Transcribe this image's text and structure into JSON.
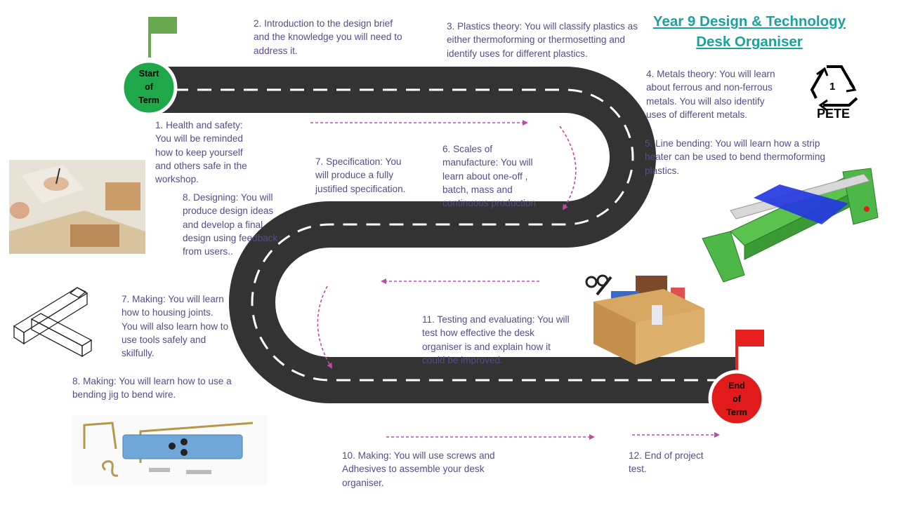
{
  "title": {
    "line1": "Year 9 Design & Technology",
    "line2": "Desk Organiser"
  },
  "markers": {
    "start": "Start\nof\nTerm",
    "end": "End\nof\nTerm"
  },
  "recycle_symbol": {
    "number": "1",
    "code": "PETE"
  },
  "steps": {
    "s1": "1. Health and safety:\nYou will be reminded\nhow to keep yourself\nand others safe in the\nworkshop.",
    "s2": "2.  Introduction to the design brief\nand the knowledge you will need to\naddress it.",
    "s3": "3. Plastics theory: You will classify plastics as\neither thermoforming or thermosetting and\nidentify uses for different plastics.",
    "s4": "4. Metals theory: You will learn\nabout ferrous and non-ferrous\nmetals. You will also identify\nuses of different metals.",
    "s5": "5. Line bending:  You will learn how a strip\nheater can be used to bend thermoforming\nplastics.",
    "s6": "6. Scales of\nmanufacture: You will\nlearn about one-off ,\nbatch, mass and\ncontinuous production",
    "s7spec": "7. Specification: You\nwill produce a fully\njustified specification.",
    "s8design": "8. Designing: You will\nproduce design ideas\nand develop a final\ndesign using feedback\nfrom users..",
    "s7make": "7. Making: You will learn\nhow to  housing joints.\nYou will also learn how to\nuse tools safely and\nskilfully.",
    "s8make": "8. Making: You will learn how to use a\nbending jig to bend wire.",
    "s10": "10.  Making: You will use screws and\nAdhesives to assemble your desk\norganiser.",
    "s11": "11. Testing and evaluating: You will\ntest how effective the desk\norganiser is and explain how it\ncould be improved.",
    "s12": "12. End of project\ntest."
  },
  "colors": {
    "road": "#333333",
    "road_marking": "#ffffff",
    "start_flag": "#6aa84f",
    "start_circle": "#1fa84a",
    "end_flag": "#e8201e",
    "end_circle": "#e11b1b",
    "arrow": "#c04aa8",
    "step_text": "#5b4a8a",
    "title": "#1aa39a"
  },
  "images": {
    "workshop_photo": "photo of hands designing on a workbench",
    "joint_sketch": "sketch of a wooden housing joint",
    "wire_jig": "bending jig with bent wire",
    "strip_heater": "green strip heater with blue plastic sheet",
    "desk_organiser": "wooden desk organiser with pens and scissors"
  }
}
